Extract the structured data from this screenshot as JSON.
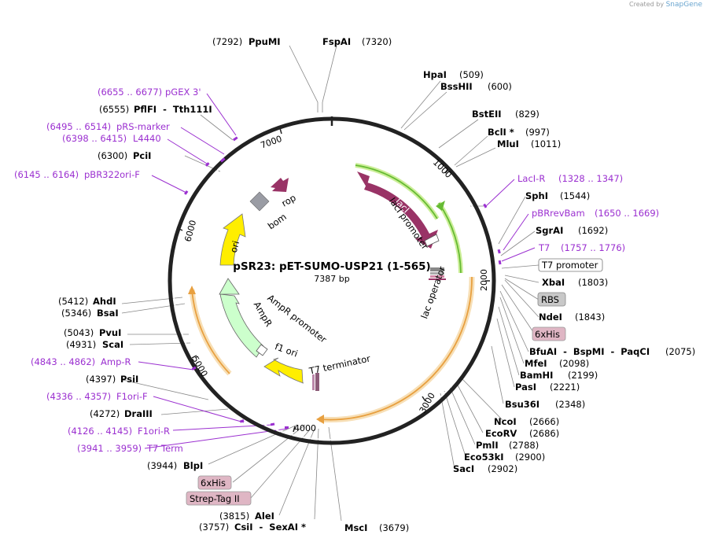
{
  "credit": {
    "prefix": "Created by",
    "brand": "SnapGene"
  },
  "plasmid": {
    "name": "pSR23: pET-SUMO-USP21 (1-565)",
    "length_label": "7387 bp",
    "total_bp": 7387
  },
  "ticks": [
    "1000",
    "2000",
    "3000",
    "4000",
    "5000",
    "6000",
    "7000"
  ],
  "enzymes_right": [
    {
      "name": "FspAI",
      "pos": "(7320)"
    },
    {
      "name": "HpaI",
      "pos": "(509)"
    },
    {
      "name": "BssHII",
      "pos": "(600)"
    },
    {
      "name": "BstEII",
      "pos": "(829)"
    },
    {
      "name": "BclI *",
      "pos": "(997)"
    },
    {
      "name": "MluI",
      "pos": "(1011)"
    },
    {
      "name": "SphI",
      "pos": "(1544)"
    },
    {
      "name": "SgrAI",
      "pos": "(1692)"
    },
    {
      "name": "XbaI",
      "pos": "(1803)"
    },
    {
      "name": "NdeI",
      "pos": "(1843)"
    },
    {
      "name": "BfuAI  -  BspMI  -  PaqCI",
      "pos": "(2075)"
    },
    {
      "name": "MfeI",
      "pos": "(2098)"
    },
    {
      "name": "BamHI",
      "pos": "(2199)"
    },
    {
      "name": "PasI",
      "pos": "(2221)"
    },
    {
      "name": "Bsu36I",
      "pos": "(2348)"
    },
    {
      "name": "NcoI",
      "pos": "(2666)"
    },
    {
      "name": "EcoRV",
      "pos": "(2686)"
    },
    {
      "name": "PmlI",
      "pos": "(2788)"
    },
    {
      "name": "Eco53kI",
      "pos": "(2900)"
    },
    {
      "name": "SacI",
      "pos": "(2902)"
    },
    {
      "name": "MscI",
      "pos": "(3679)"
    }
  ],
  "enzymes_left": [
    {
      "name": "PpuMI",
      "pos": "(7292)"
    },
    {
      "name": "PflFI  -  Tth111I",
      "pos": "(6555)"
    },
    {
      "name": "PciI",
      "pos": "(6300)"
    },
    {
      "name": "AhdI",
      "pos": "(5412)"
    },
    {
      "name": "BsaI",
      "pos": "(5346)"
    },
    {
      "name": "PvuI",
      "pos": "(5043)"
    },
    {
      "name": "ScaI",
      "pos": "(4931)"
    },
    {
      "name": "PsiI",
      "pos": "(4397)"
    },
    {
      "name": "DraIII",
      "pos": "(4272)"
    },
    {
      "name": "BlpI",
      "pos": "(3944)"
    },
    {
      "name": "AleI",
      "pos": "(3815)"
    },
    {
      "name": "CsiI  -  SexAI *",
      "pos": "(3757)"
    }
  ],
  "primers_right": [
    {
      "name": "LacI-R",
      "pos": "(1328 .. 1347)"
    },
    {
      "name": "pBRrevBam",
      "pos": "(1650 .. 1669)"
    },
    {
      "name": "T7",
      "pos": "(1757 .. 1776)"
    }
  ],
  "primers_left": [
    {
      "name": "pGEX 3'",
      "pos": "(6655 .. 6677)"
    },
    {
      "name": "pRS-marker",
      "pos": "(6495 .. 6514)"
    },
    {
      "name": "L4440",
      "pos": "(6398 .. 6415)"
    },
    {
      "name": "pBR322ori-F",
      "pos": "(6145 .. 6164)"
    },
    {
      "name": "Amp-R",
      "pos": "(4843 .. 4862)"
    },
    {
      "name": "F1ori-F",
      "pos": "(4336 .. 4357)"
    },
    {
      "name": "F1ori-R",
      "pos": "(4126 .. 4145)"
    },
    {
      "name": "T7 Term",
      "pos": "(3941 .. 3959)"
    }
  ],
  "boxed_features": [
    {
      "name": "T7 promoter",
      "style": "outline"
    },
    {
      "name": "RBS",
      "style": "gray"
    },
    {
      "name": "6xHis",
      "style": "pink"
    },
    {
      "name": "6xHis",
      "style": "pink"
    },
    {
      "name": "Strep-Tag II",
      "style": "pink"
    }
  ],
  "features": {
    "lacI": "lacI",
    "lacI_promoter": "lacI promoter",
    "lac_operator": "lac operator",
    "rop": "rop",
    "bom": "bom",
    "ori": "ori",
    "AmpR": "AmpR",
    "AmpR_promoter": "AmpR promoter",
    "f1_ori": "f1 ori",
    "T7_terminator": "T7 terminator"
  },
  "colors": {
    "primer": "#9b30d0",
    "lacI": "#993366",
    "ori": "#ffee00",
    "AmpR": "#ccffcc",
    "orange_arc": "#e8a040",
    "green_arc": "#66bb33",
    "rop": "#993366",
    "bom": "#999999"
  }
}
